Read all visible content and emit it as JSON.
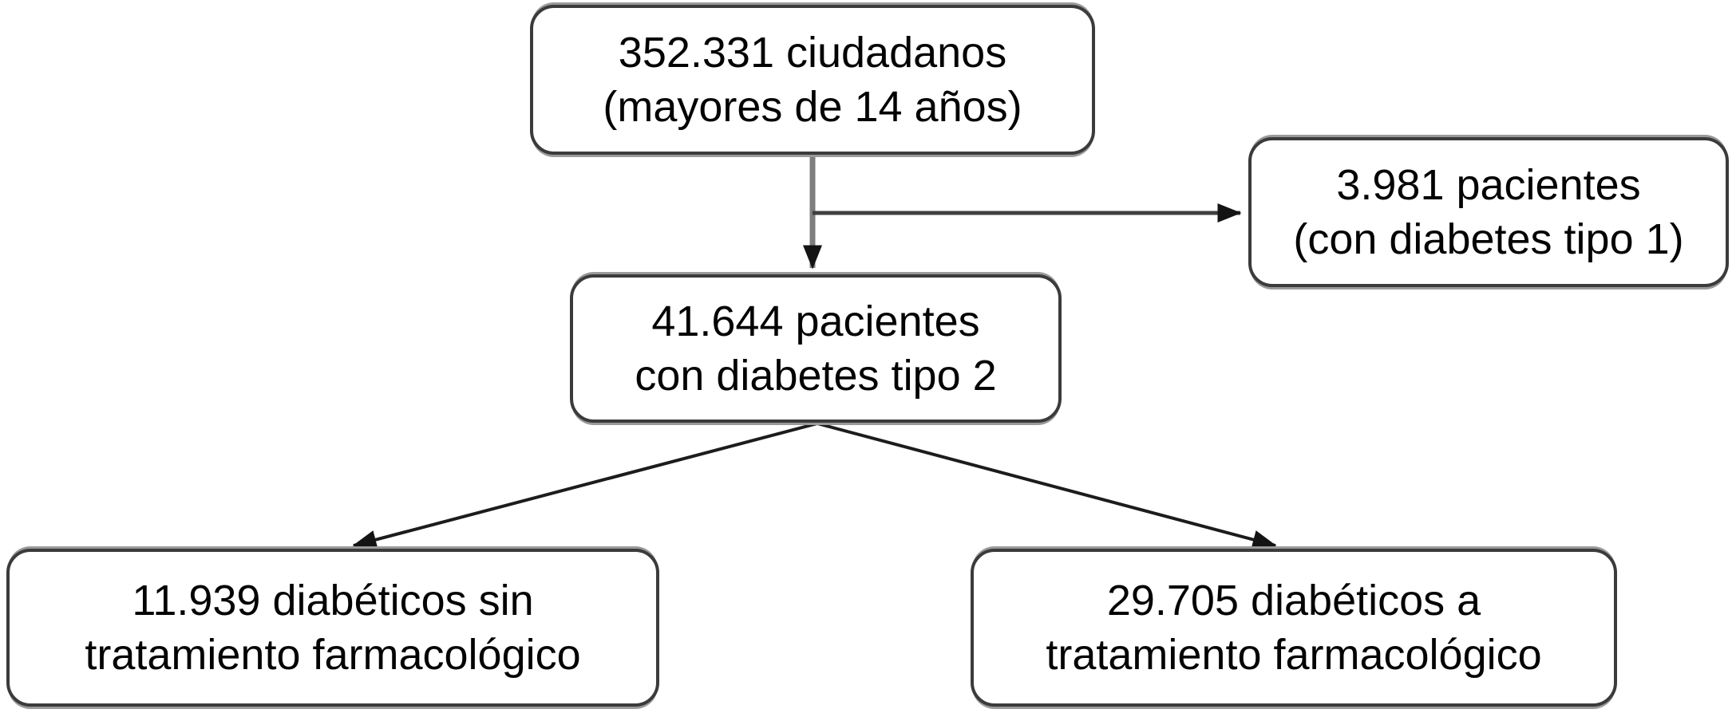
{
  "colors": {
    "background": "#ffffff",
    "box_fill": "#ffffff",
    "box_border": "#3b3b3b",
    "box_shadow": "#9a9a9a",
    "text": "#030303",
    "connector_gray": "#7e7e7e",
    "connector_dark": "#3f3f3f",
    "connector_line": "#1c1c1c",
    "arrowhead": "#141414"
  },
  "nodes": {
    "population": {
      "line1": "352.331 ciudadanos",
      "line2": "(mayores de 14 años)"
    },
    "tipo1": {
      "line1": "3.981 pacientes",
      "line2": "(con diabetes tipo 1)"
    },
    "tipo2": {
      "line1": "41.644 pacientes",
      "line2": "con diabetes tipo 2"
    },
    "sin_tratamiento": {
      "line1": "11.939 diabéticos sin",
      "line2": "tratamiento farmacológico"
    },
    "con_tratamiento": {
      "line1": "29.705 diabéticos a",
      "line2": "tratamiento farmacológico"
    }
  }
}
